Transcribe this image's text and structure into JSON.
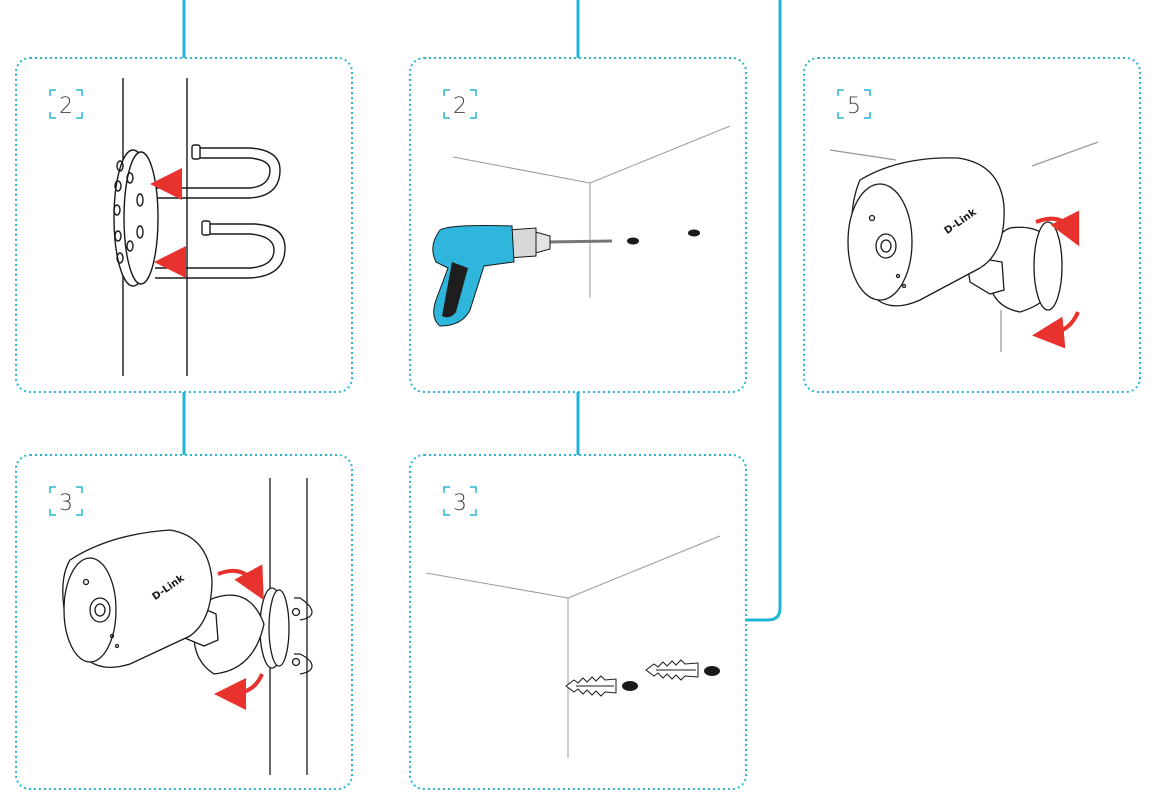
{
  "colors": {
    "connector": "#1fb5d4",
    "panel_border": "#29b6d6",
    "arrow": "#e8322e",
    "line": "#1a1a1a",
    "wall": "#9a9a9a",
    "drill_body": "#2fb6dc",
    "drill_grip": "#1e1e1e"
  },
  "panels": [
    {
      "id": "pole-mount-straps",
      "step": "2"
    },
    {
      "id": "drill-holes",
      "step": "2"
    },
    {
      "id": "camera-adjust",
      "step": "5"
    },
    {
      "id": "pole-mount-camera",
      "step": "3"
    },
    {
      "id": "wall-anchors",
      "step": "3"
    }
  ],
  "brand_text": "D-Link",
  "icons": [
    "pole",
    "mounting-bracket",
    "cable-tie",
    "direction-arrow",
    "drill",
    "anchor-plug",
    "camera",
    "rotate-arrow"
  ]
}
